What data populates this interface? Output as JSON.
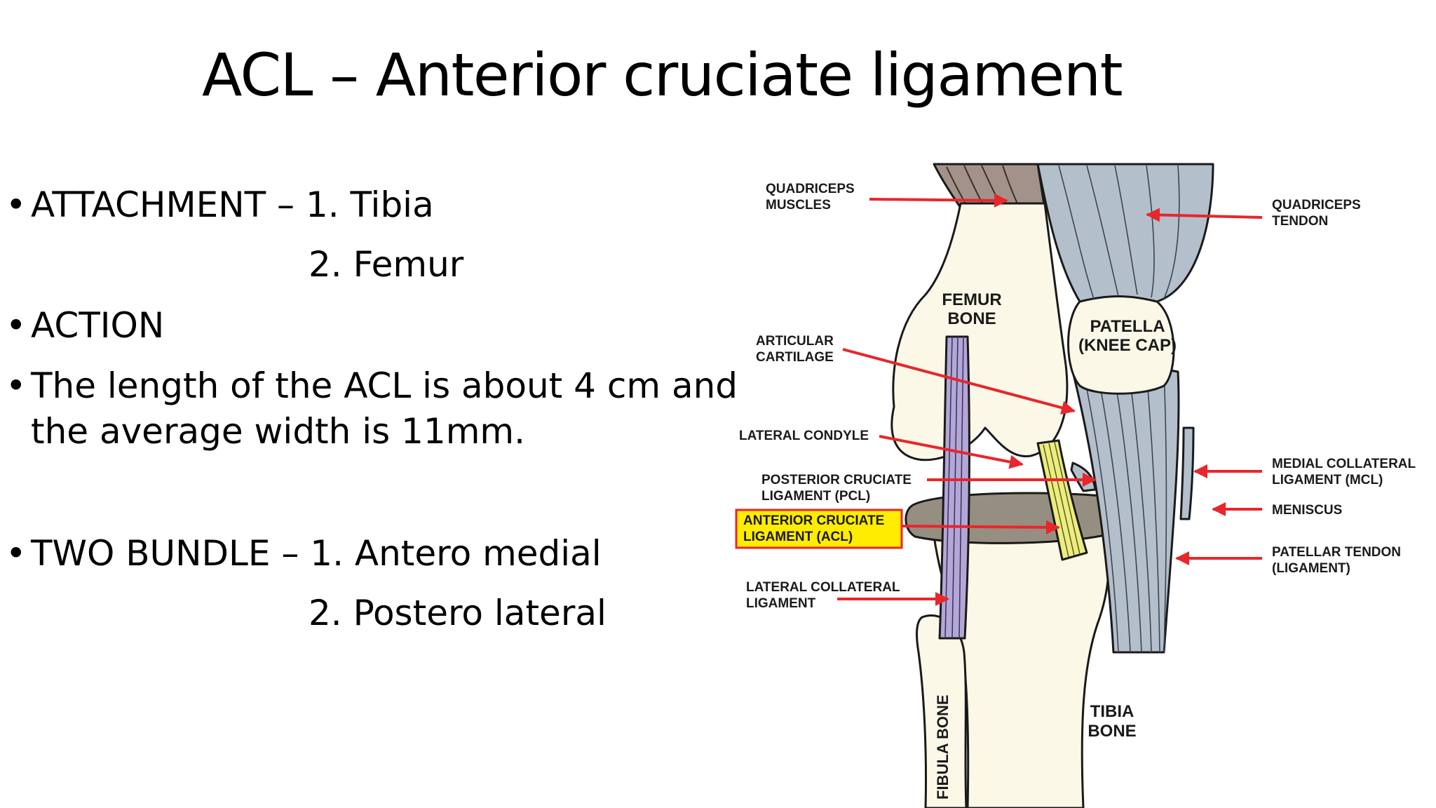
{
  "slide": {
    "title": "ACL – Anterior cruciate ligament",
    "bullets": [
      {
        "bullet": "•",
        "text": "ATTACHMENT – 1. Tibia",
        "sub": "2. Femur"
      },
      {
        "bullet": "•",
        "text": "ACTION"
      },
      {
        "bullet": "•",
        "text": "The length of the ACL is about 4 cm and\nthe average width is 11mm."
      },
      {
        "bullet": "•",
        "text": "TWO BUNDLE – 1. Antero medial",
        "sub": "2. Postero lateral"
      }
    ]
  },
  "diagram": {
    "labels": {
      "quadriceps_muscles_1": "QUADRICEPS",
      "quadriceps_muscles_2": "MUSCLES",
      "quadriceps_tendon_1": "QUADRICEPS",
      "quadriceps_tendon_2": "TENDON",
      "femur_1": "FEMUR",
      "femur_2": "BONE",
      "patella_1": "PATELLA",
      "patella_2": "(KNEE CAP)",
      "articular_1": "ARTICULAR",
      "articular_2": "CARTILAGE",
      "lateral_condyle": "LATERAL CONDYLE",
      "mcl_1": "MEDIAL COLLATERAL",
      "mcl_2": "LIGAMENT (MCL)",
      "pcl_1": "POSTERIOR CRUCIATE",
      "pcl_2": "LIGAMENT (PCL)",
      "meniscus": "MENISCUS",
      "acl_1": "ANTERIOR CRUCIATE",
      "acl_2": "LIGAMENT (ACL)",
      "patellar_tendon_1": "PATELLAR TENDON",
      "patellar_tendon_2": "(LIGAMENT)",
      "lcl_1": "LATERAL COLLATERAL",
      "lcl_2": "LIGAMENT",
      "tibia_1": "TIBIA",
      "tibia_2": "BONE",
      "fibula": "FIBULA BONE"
    },
    "colors": {
      "arrow": "#e8262b",
      "bone": "#fbf8e8",
      "muscle": "#a39289",
      "tendon": "#b4bfcc",
      "ligament_lateral": "#b3a7d6",
      "acl_fill": "#ecec80",
      "meniscus": "#968e80",
      "acl_label_bg": "#ffec00"
    }
  }
}
